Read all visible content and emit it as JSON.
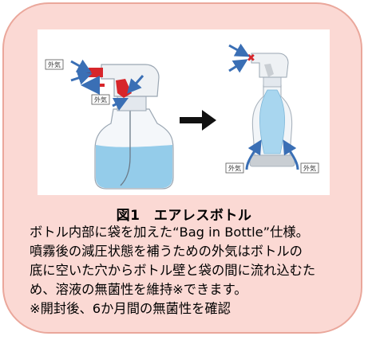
{
  "figure": {
    "labels": {
      "outside_air_top_left": "外気",
      "outside_air_mid_left": "外気",
      "outside_air_bottom_left": "外気",
      "outside_air_bottom_right": "外気"
    }
  },
  "caption": {
    "title": "図1　エアレスボトル",
    "lines": [
      "ボトル内部に袋を加えた“Bag in Bottle”仕様。",
      "噴霧後の減圧状態を補うための外気はボトルの",
      "底に空いた穴からボトル壁と袋の間に流れ込むた",
      "め、溶液の無菌性を維持※できます。",
      "※開封後、6か月間の無菌性を確認"
    ]
  },
  "colors": {
    "card_background": "#fbd9d4",
    "card_border": "#eaa79b",
    "arrow_blue": "#3a6fb5",
    "arrow_red": "#d7262b",
    "liquid_blue": "#89c7e8"
  }
}
